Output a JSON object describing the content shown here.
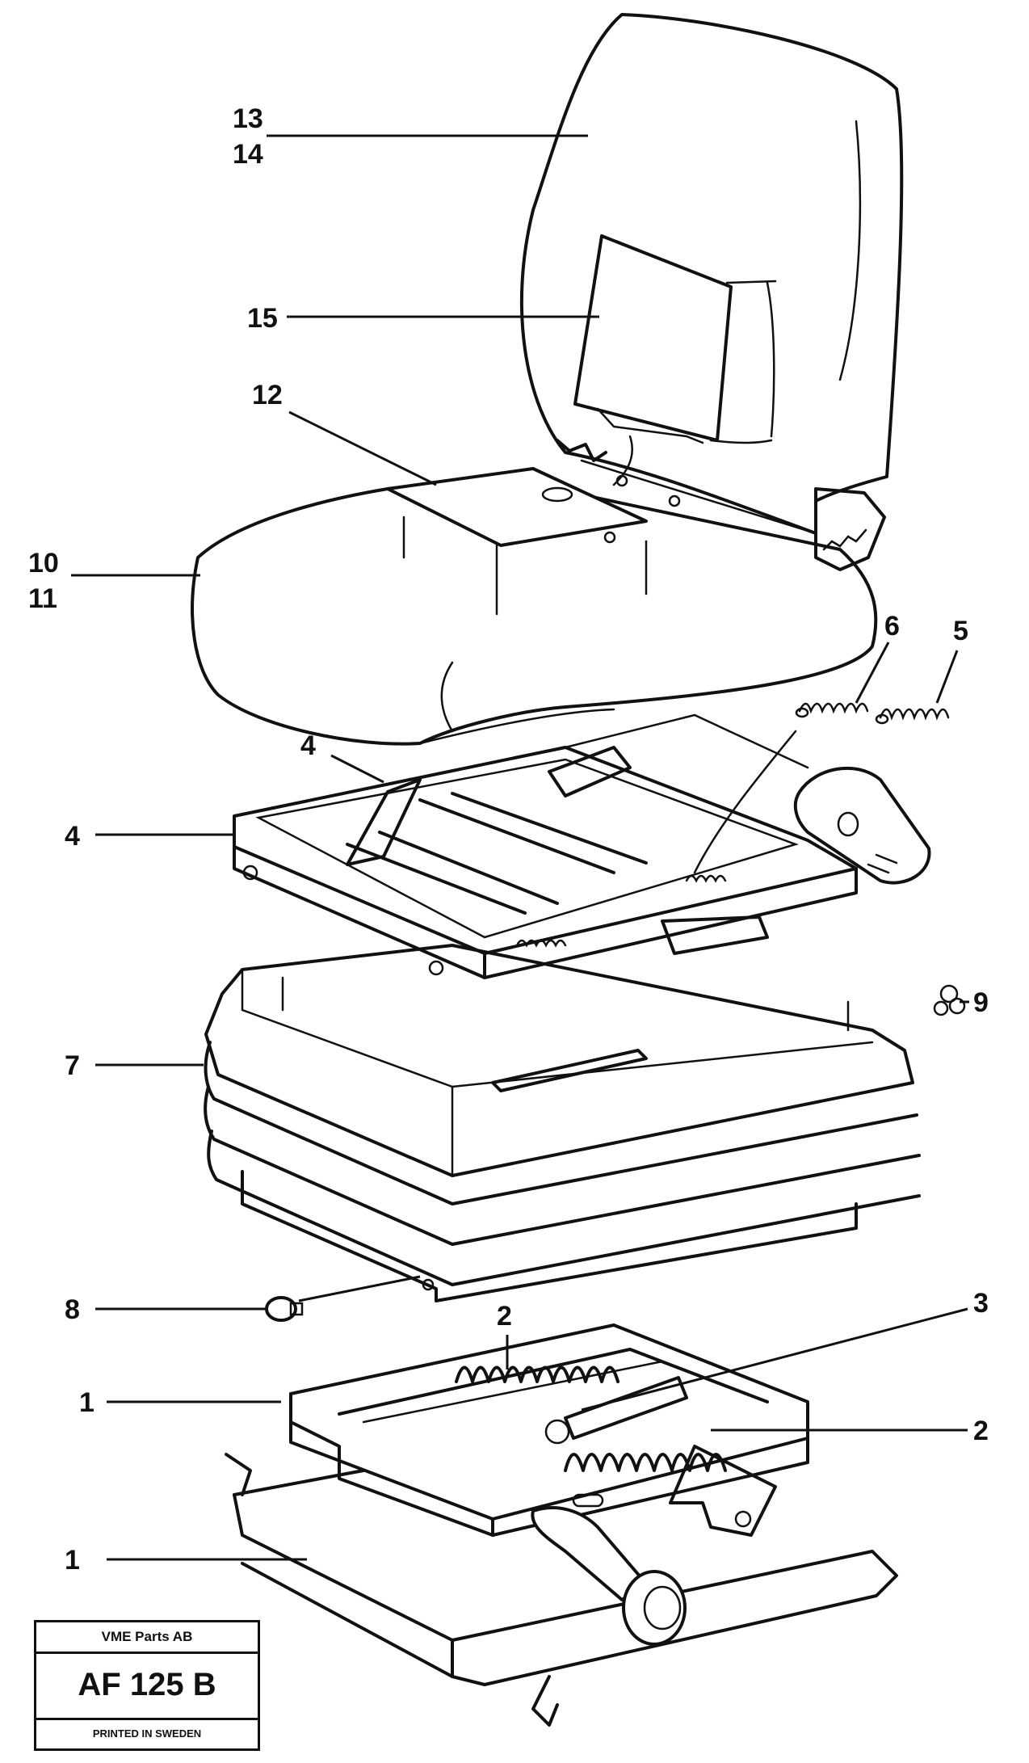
{
  "callouts": {
    "c13": "13",
    "c14": "14",
    "c15": "15",
    "c12": "12",
    "c10": "10",
    "c11": "11",
    "c6": "6",
    "c5": "5",
    "c4a": "4",
    "c4b": "4",
    "c9": "9",
    "c7": "7",
    "c8": "8",
    "c2a": "2",
    "c3": "3",
    "c1a": "1",
    "c2b": "2",
    "c1b": "1"
  },
  "title_block": {
    "company": "VME Parts AB",
    "code": "AF 125 B",
    "printed": "PRINTED IN SWEDEN"
  }
}
